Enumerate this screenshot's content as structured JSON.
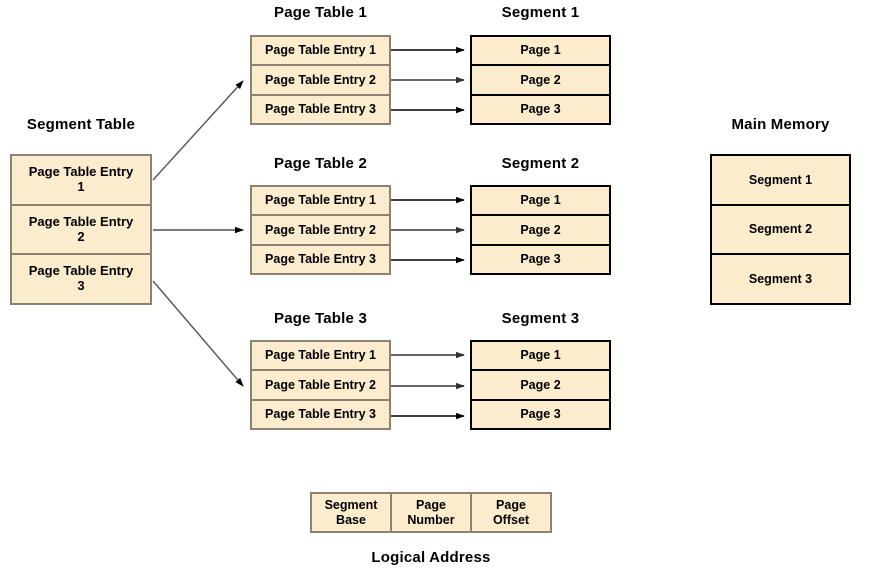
{
  "diagram": {
    "title_segment_table": "Segment Table",
    "title_main_memory": "Main Memory",
    "title_logical_address": "Logical Address",
    "segment_table": {
      "entries": [
        "Page Table Entry\n1",
        "Page Table Entry\n2",
        "Page Table Entry\n3"
      ]
    },
    "page_tables": [
      {
        "title": "Page Table 1",
        "entries": [
          "Page Table Entry 1",
          "Page Table Entry 2",
          "Page Table Entry 3"
        ]
      },
      {
        "title": "Page Table 2",
        "entries": [
          "Page Table Entry 1",
          "Page Table Entry 2",
          "Page Table Entry 3"
        ]
      },
      {
        "title": "Page Table 3",
        "entries": [
          "Page Table Entry 1",
          "Page Table Entry 2",
          "Page Table Entry 3"
        ]
      }
    ],
    "segments": [
      {
        "title": "Segment 1",
        "pages": [
          "Page 1",
          "Page 2",
          "Page 3"
        ]
      },
      {
        "title": "Segment 2",
        "pages": [
          "Page 1",
          "Page 2",
          "Page 3"
        ]
      },
      {
        "title": "Segment 3",
        "pages": [
          "Page 1",
          "Page 2",
          "Page 3"
        ]
      }
    ],
    "main_memory": {
      "segments": [
        "Segment 1",
        "Segment 2",
        "Segment 3"
      ]
    },
    "logical_address": {
      "fields": [
        "Segment\nBase",
        "Page\nNumber",
        "Page\nOffset"
      ]
    },
    "colors": {
      "fill": "#fbeccd",
      "border_gray": "#8c8273",
      "border_black": "#000000",
      "arrow_black": "#000000",
      "arrow_gray": "#666666",
      "background": "#ffffff"
    }
  }
}
